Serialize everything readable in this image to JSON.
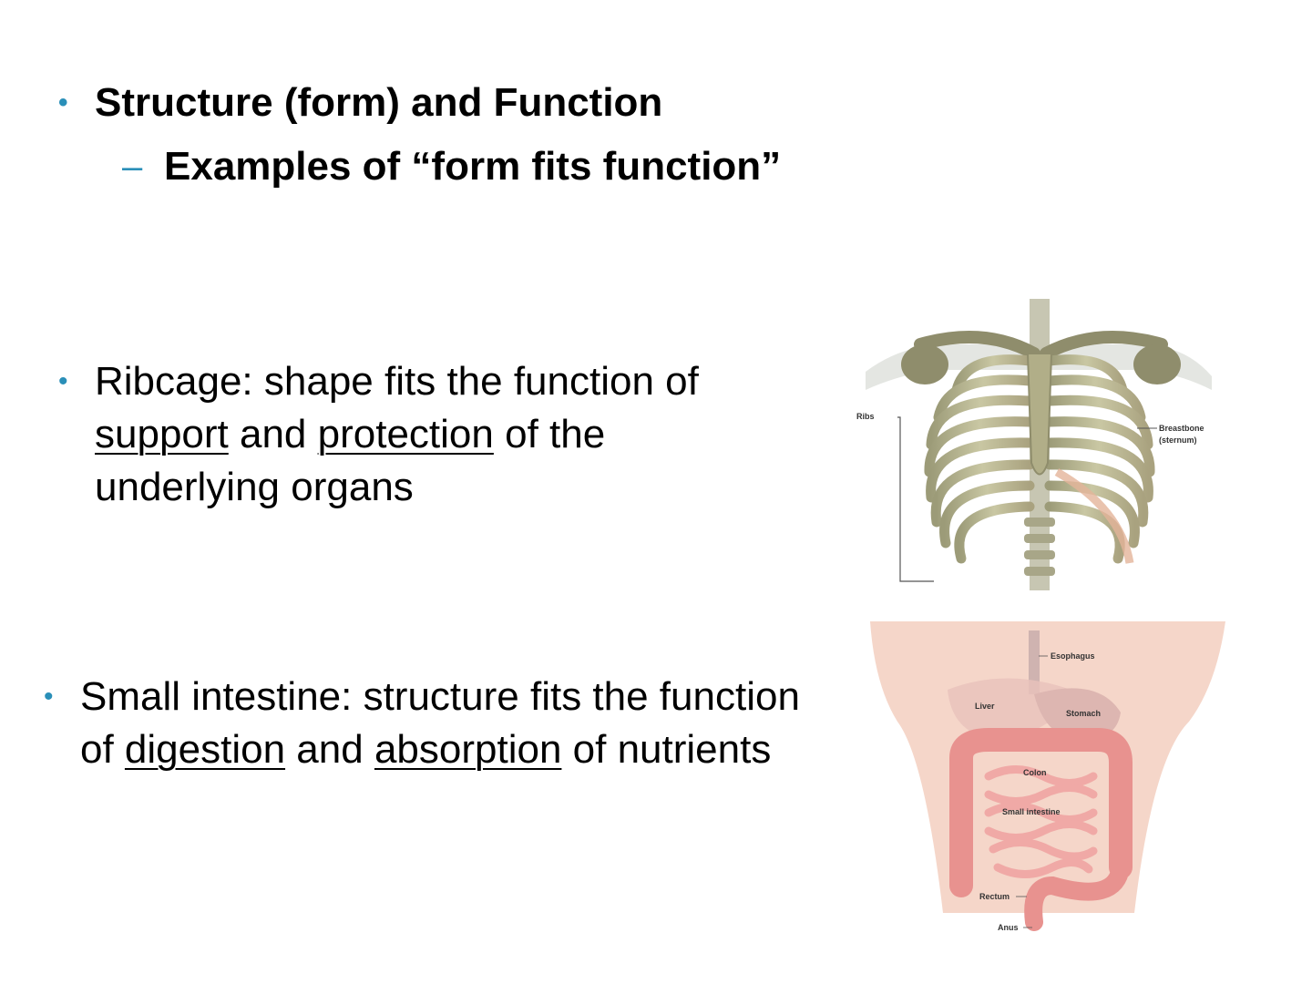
{
  "heading": {
    "title": "Structure (form) and Function",
    "subtitle": "Examples of “form fits function”"
  },
  "ribcage_bullet": {
    "text_before": "Ribcage: shape fits the function of ",
    "term1": "support",
    "middle": " and ",
    "term2": "protection",
    "text_after": " of the underlying organs"
  },
  "intestine_bullet": {
    "text_before": "Small intestine: structure fits the function of ",
    "term1": "digestion",
    "middle": " and ",
    "term2": "absorption",
    "text_after": " of nutrients"
  },
  "ribcage_figure": {
    "labels": {
      "ribs": "Ribs",
      "breastbone": "Breastbone",
      "sternum": "(sternum)"
    }
  },
  "digestive_figure": {
    "labels": {
      "esophagus": "Esophagus",
      "liver": "Liver",
      "stomach": "Stomach",
      "colon": "Colon",
      "small_intestine": "Small intestine",
      "rectum": "Rectum",
      "anus": "Anus"
    }
  },
  "colors": {
    "bullet": "#2a8fb8",
    "bone": "#b7b58f",
    "intestine": "#e8928f"
  }
}
